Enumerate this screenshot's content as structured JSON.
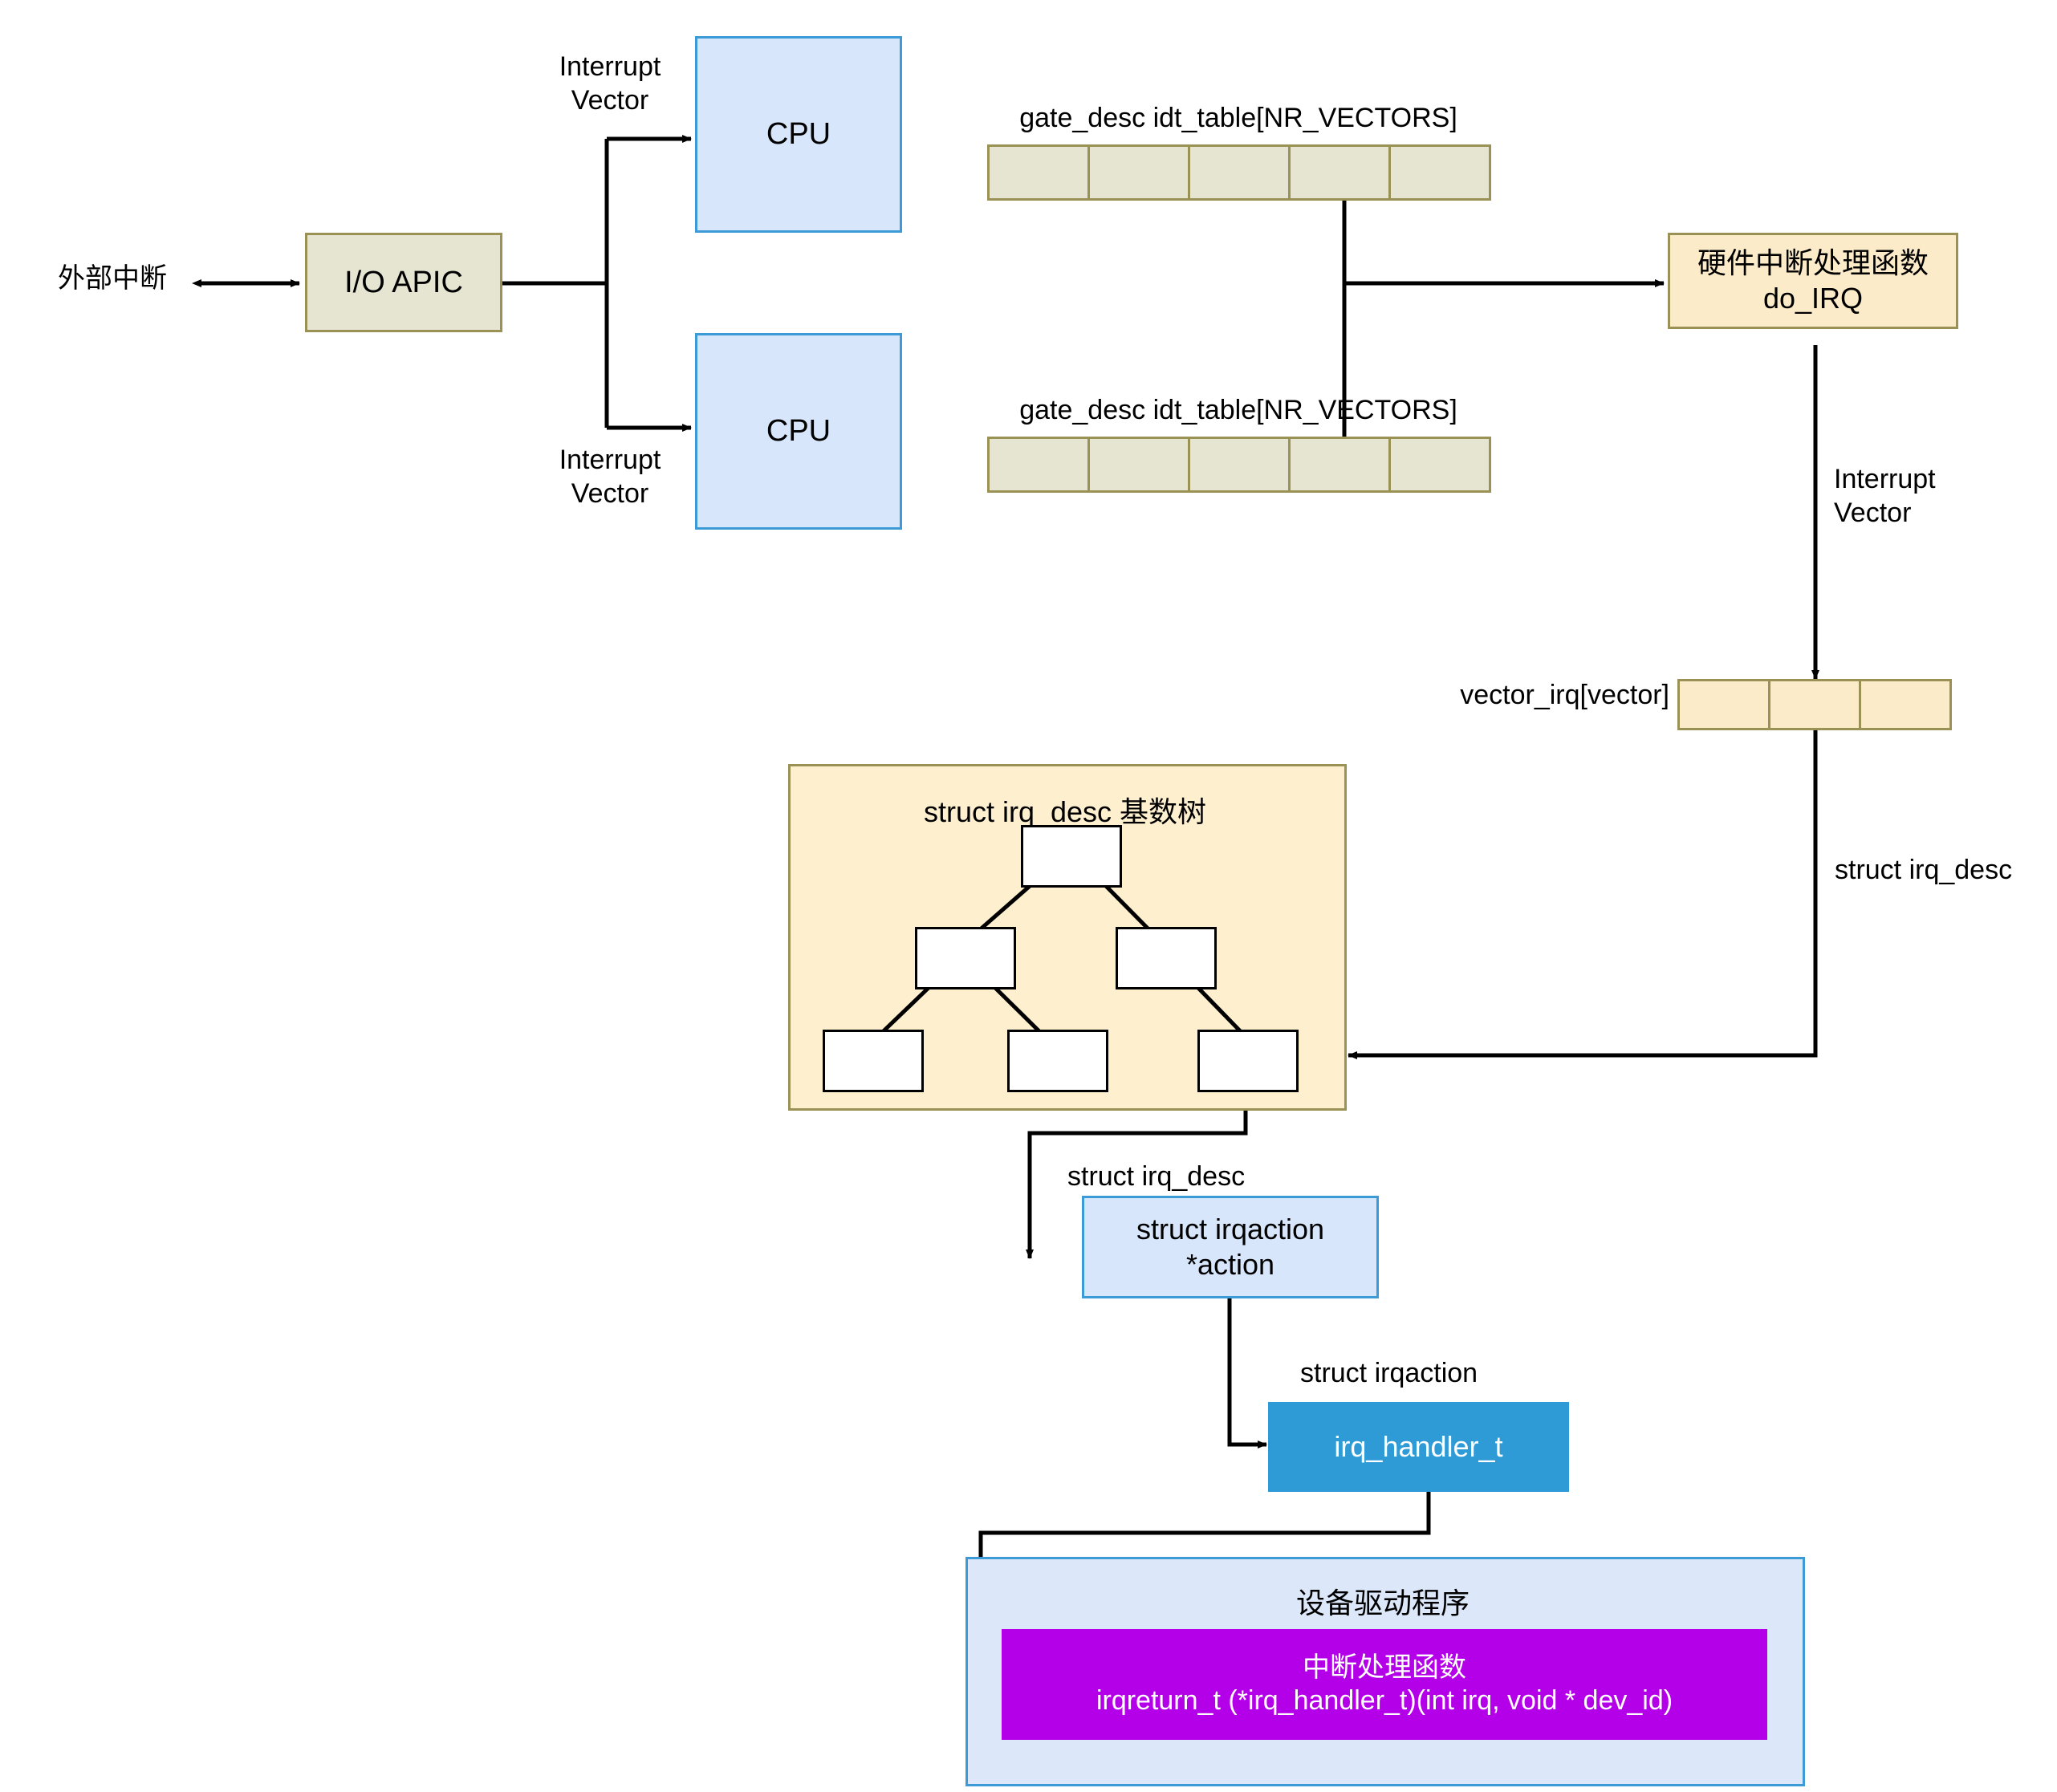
{
  "diagram": {
    "title": "Linux interrupt handling flow",
    "colors": {
      "khaki_fill": "#E6E5D1",
      "khaki_border": "#9A9255",
      "light_blue_fill": "#D7E6FA",
      "blue_border": "#3C9BD6",
      "cream_fill": "#FBEBC8",
      "tree_fill": "#FEF0CE",
      "deep_blue_fill": "#2E9BD6",
      "purple_fill": "#B400E8",
      "driver_fill": "#DCE8F9",
      "line": "#000000"
    }
  },
  "nodes": {
    "external_interrupt": "外部中断",
    "io_apic": "I/O APIC",
    "cpu_top": "CPU",
    "cpu_bottom": "CPU",
    "idt_table_top_label": "gate_desc idt_table[NR_VECTORS]",
    "idt_table_bottom_label": "gate_desc idt_table[NR_VECTORS]",
    "do_irq_line1": "硬件中断处理函数",
    "do_irq_line2": "do_IRQ",
    "vector_irq_label": "vector_irq[vector]",
    "radix_tree_title": "struct irq_desc 基数树",
    "irq_desc_label_left": "struct irq_desc",
    "irqaction_box_line1": "struct irqaction",
    "irqaction_box_line2": "*action",
    "irqaction_label": "struct irqaction",
    "irq_handler_t": "irq_handler_t",
    "device_driver": "设备驱动程序",
    "handler_line1": "中断处理函数",
    "handler_line2": "irqreturn_t (*irq_handler_t)(int irq, void * dev_id)"
  },
  "edge_labels": {
    "interrupt_vector_top": "Interrupt\nVector",
    "interrupt_vector_bottom": "Interrupt\nVector",
    "interrupt_vector_right": "Interrupt\nVector",
    "struct_irq_desc_right": "struct irq_desc"
  },
  "arrays": {
    "idt_table_cells": 5,
    "vector_irq_cells": 3
  },
  "tree": {
    "levels": [
      {
        "nodes": 1
      },
      {
        "nodes": 2
      },
      {
        "nodes": 3
      }
    ]
  }
}
